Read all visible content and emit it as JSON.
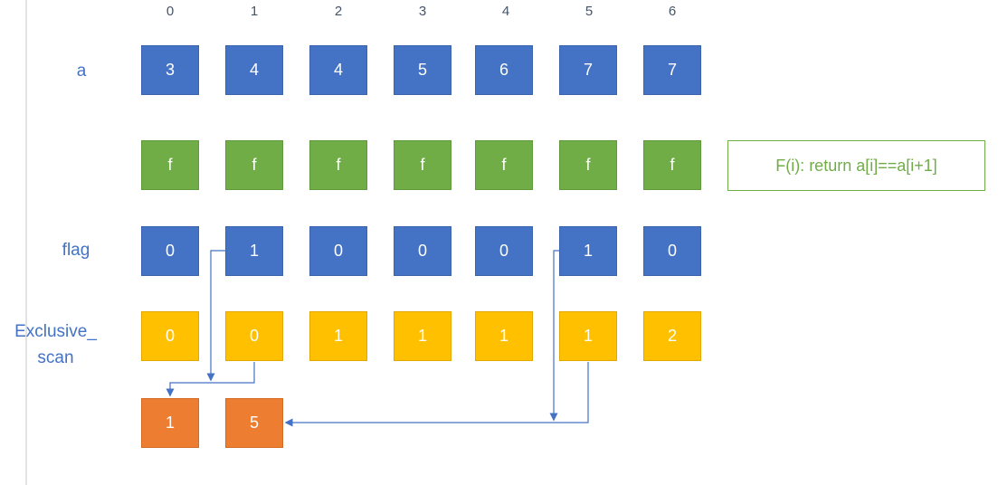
{
  "indices": [
    "0",
    "1",
    "2",
    "3",
    "4",
    "5",
    "6"
  ],
  "labels": {
    "a": "a",
    "flag": "flag",
    "scan_line1": "Exclusive_",
    "scan_line2": "scan"
  },
  "rows": {
    "a": [
      "3",
      "4",
      "4",
      "5",
      "6",
      "7",
      "7"
    ],
    "f": [
      "f",
      "f",
      "f",
      "f",
      "f",
      "f",
      "f"
    ],
    "flag": [
      "0",
      "1",
      "0",
      "0",
      "0",
      "1",
      "0"
    ],
    "scan": [
      "0",
      "0",
      "1",
      "1",
      "1",
      "1",
      "2"
    ]
  },
  "result": [
    "1",
    "5"
  ],
  "function_text": "F(i): return a[i]==a[i+1]",
  "colors": {
    "blue": "#4472c4",
    "green": "#70ad47",
    "yellow": "#ffc000",
    "orange": "#ed7d31",
    "arrow": "#4472c4"
  }
}
